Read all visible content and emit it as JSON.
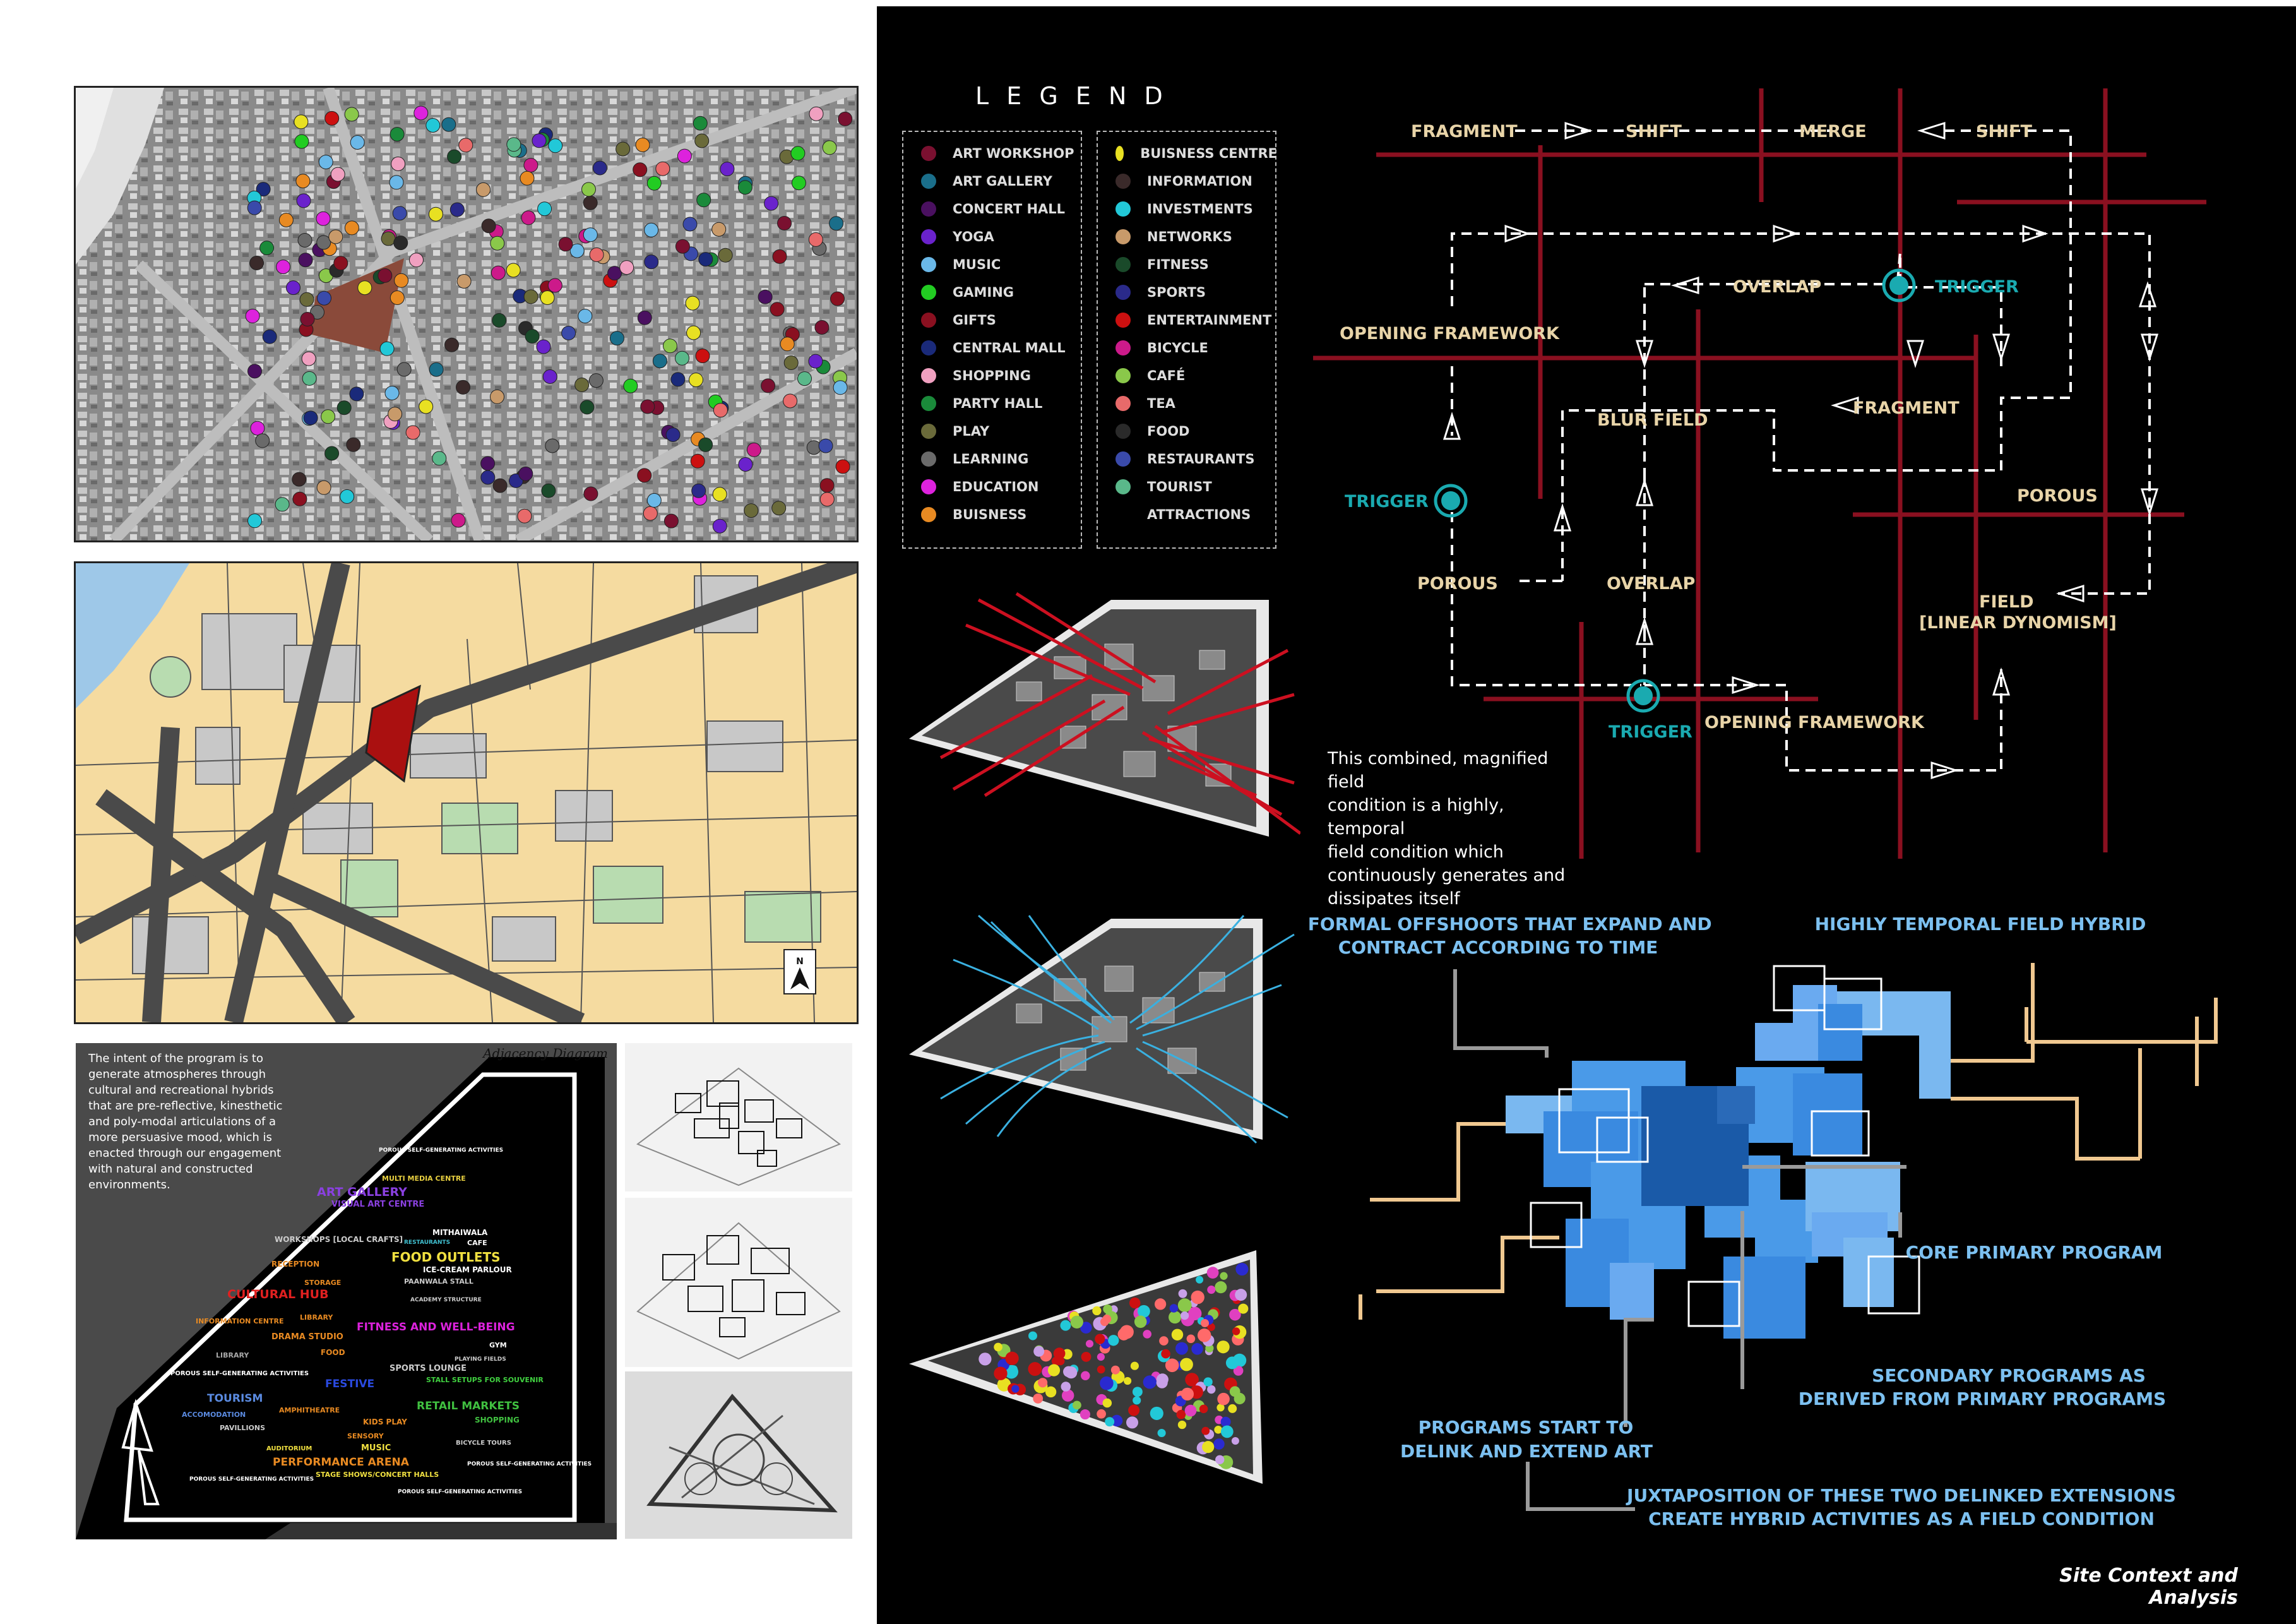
{
  "legend": {
    "title": "L E G E N D",
    "col1": [
      {
        "label": "ART WORKSHOP",
        "color": "#7a1030"
      },
      {
        "label": "ART GALLERY",
        "color": "#1a6e8a"
      },
      {
        "label": "CONCERT HALL",
        "color": "#4a1060"
      },
      {
        "label": "YOGA",
        "color": "#6a22cc"
      },
      {
        "label": "MUSIC",
        "color": "#6ab8e8"
      },
      {
        "label": "GAMING",
        "color": "#22cc22"
      },
      {
        "label": "GIFTS",
        "color": "#8a1020"
      },
      {
        "label": "CENTRAL MALL",
        "color": "#1a2a7a"
      },
      {
        "label": "SHOPPING",
        "color": "#f0a0c0"
      },
      {
        "label": "PARTY HALL",
        "color": "#1a8a3a"
      },
      {
        "label": "PLAY",
        "color": "#6a6a3a"
      },
      {
        "label": "LEARNING",
        "color": "#6a6a6a"
      },
      {
        "label": "EDUCATION",
        "color": "#dd22dd"
      },
      {
        "label": "BUISNESS",
        "color": "#e88a22"
      }
    ],
    "col2": [
      {
        "label": "BUISNESS CENTRE",
        "color": "#e8e022"
      },
      {
        "label": "INFORMATION",
        "color": "#3a2a2a"
      },
      {
        "label": "INVESTMENTS",
        "color": "#22c8d8"
      },
      {
        "label": "NETWORKS",
        "color": "#c89a6a"
      },
      {
        "label": "FITNESS",
        "color": "#1a4a2a"
      },
      {
        "label": "SPORTS",
        "color": "#2a2a8a"
      },
      {
        "label": "ENTERTAINMENT",
        "color": "#cc1010"
      },
      {
        "label": "BICYCLE",
        "color": "#cc1a8a"
      },
      {
        "label": "CAFÉ",
        "color": "#8ac84a"
      },
      {
        "label": "TEA",
        "color": "#e86a6a"
      },
      {
        "label": "FOOD",
        "color": "#2a2a2a"
      },
      {
        "label": "RESTAURANTS",
        "color": "#3a4aaa"
      },
      {
        "label": "TOURIST",
        "color": "#5ab88a"
      },
      {
        "label": "ATTRACTIONS",
        "color": ""
      }
    ]
  },
  "field_diagram": {
    "fragment_1": "FRAGMENT",
    "shift_1": "SHIFT",
    "merge": "MERGE",
    "shift_2": "SHIFT",
    "overlap_1": "OVERLAP",
    "trigger_1": "TRIGGER",
    "opening_framework_1": "OPENING FRAMEWORK",
    "fragment_2": "FRAGMENT",
    "blur_field": "BLUR FIELD",
    "trigger_2": "TRIGGER",
    "porous_1": "POROUS",
    "porous_2": "POROUS",
    "overlap_2": "OVERLAP",
    "field_1": "FIELD",
    "field_2": "[LINEAR DYNOMISM]",
    "trigger_3": "TRIGGER",
    "opening_framework_2": "OPENING FRAMEWORK"
  },
  "caption": {
    "line1": "This combined, magnified field",
    "line2": "condition is a highly, temporal",
    "line3": "field condition which",
    "line4": "continuously generates and",
    "line5": "dissipates itself"
  },
  "hybrid_diagram": {
    "offshoots_1": "NFORMAL OFFSHOOTS  THAT EXPAND AND",
    "offshoots_2": "CONTRACT ACCORDING TO TIME",
    "temporal": "HIGHLY TEMPORAL FIELD HYBRID",
    "core": "CORE PRIMARY PROGRAM",
    "secondary_1": "SECONDARY PROGRAMS AS",
    "secondary_2": "DERIVED FROM PRIMARY PROGRAMS",
    "delink_1": "PROGRAMS START TO",
    "delink_2": "DELINK AND EXTEND ART",
    "juxta_1": "JUXTAPOSITION OF THESE TWO DELINKED EXTENSIONS",
    "juxta_2": "CREATE HYBRID ACTIVITIES AS A FIELD CONDITION"
  },
  "footer_title": "Site Context and Analysis",
  "adjacency": {
    "title": "Adjacency Diagram",
    "intent": [
      "The intent of the program is to",
      "generate atmospheres through",
      "cultural and recreational hybrids",
      "that are pre-reflective, kinesthetic",
      "and poly-modal articulations of a",
      "more persuasive mood, which is",
      "enacted through our engagement",
      "with natural and constructed",
      "environments."
    ],
    "words": {
      "porous_top": "POROUS SELF-GENERATING ACTIVITIES",
      "multimedia": "MULTI MEDIA CENTRE",
      "art_gallery": "ART GALLERY",
      "visual_art": "VISUAL ART CENTRE",
      "workshops": "WORKSHOPS [LOCAL CRAFTS]",
      "mithaiwala": "MITHAIWALA",
      "restaurants": "RESTAURANTS",
      "cafe": "CAFE",
      "food_outlets": "FOOD OUTLETS",
      "reception": "RECEPTION",
      "icecream": "ICE-CREAM PARLOUR",
      "paanwala": "PAANWALA STALL",
      "storage": "STORAGE",
      "cultural_hub": "CULTURAL HUB",
      "academy": "ACADEMY STRUCTURE",
      "library_1": "LIBRARY",
      "info_centre": "INFORMATION CENTRE",
      "fitness": "FITNESS AND WELL-BEING",
      "drama": "DRAMA STUDIO",
      "food": "FOOD",
      "gym": "GYM",
      "library_2": "LIBRARY",
      "sports": "SPORTS LOUNGE",
      "playing_fields": "PLAYING FIELDS",
      "porous_left": "POROUS SELF-GENERATING ACTIVITIES",
      "festive": "FESTIVE",
      "stall": "STALL SETUPS FOR SOUVENIR",
      "tourism": "TOURISM",
      "amphitheatre": "AMPHITHEATRE",
      "accomodation": "ACCOMODATION",
      "kids": "KIDS PLAY",
      "retail": "RETAIL MARKETS",
      "shopping": "SHOPPING",
      "pavillions": "PAVILLIONS",
      "sensory": "SENSORY",
      "music": "MUSIC",
      "bicycle": "BICYCLE TOURS",
      "auditorium": "AUDITORIUM",
      "performance": "PERFORMANCE ARENA",
      "stage": "STAGE SHOWS/CONCERT HALLS",
      "porous_bottom_1": "POROUS SELF-GENERATING ACTIVITIES",
      "porous_bottom_2": "POROUS SELF-GENERATING ACTIVITIES",
      "porous_right": "POROUS SELF-GENERATING ACTIVITIES"
    }
  },
  "map": {
    "north": "N"
  },
  "colors": {
    "road_red": "#8a1020",
    "cyan": "#1aaab0",
    "label_tan": "#e8d4a8",
    "blue_label": "#7cc0f0",
    "peach": "#f0c890",
    "map_land": "#f5dba0",
    "map_sea": "#9ec8e8",
    "site_red": "#aa1010"
  }
}
